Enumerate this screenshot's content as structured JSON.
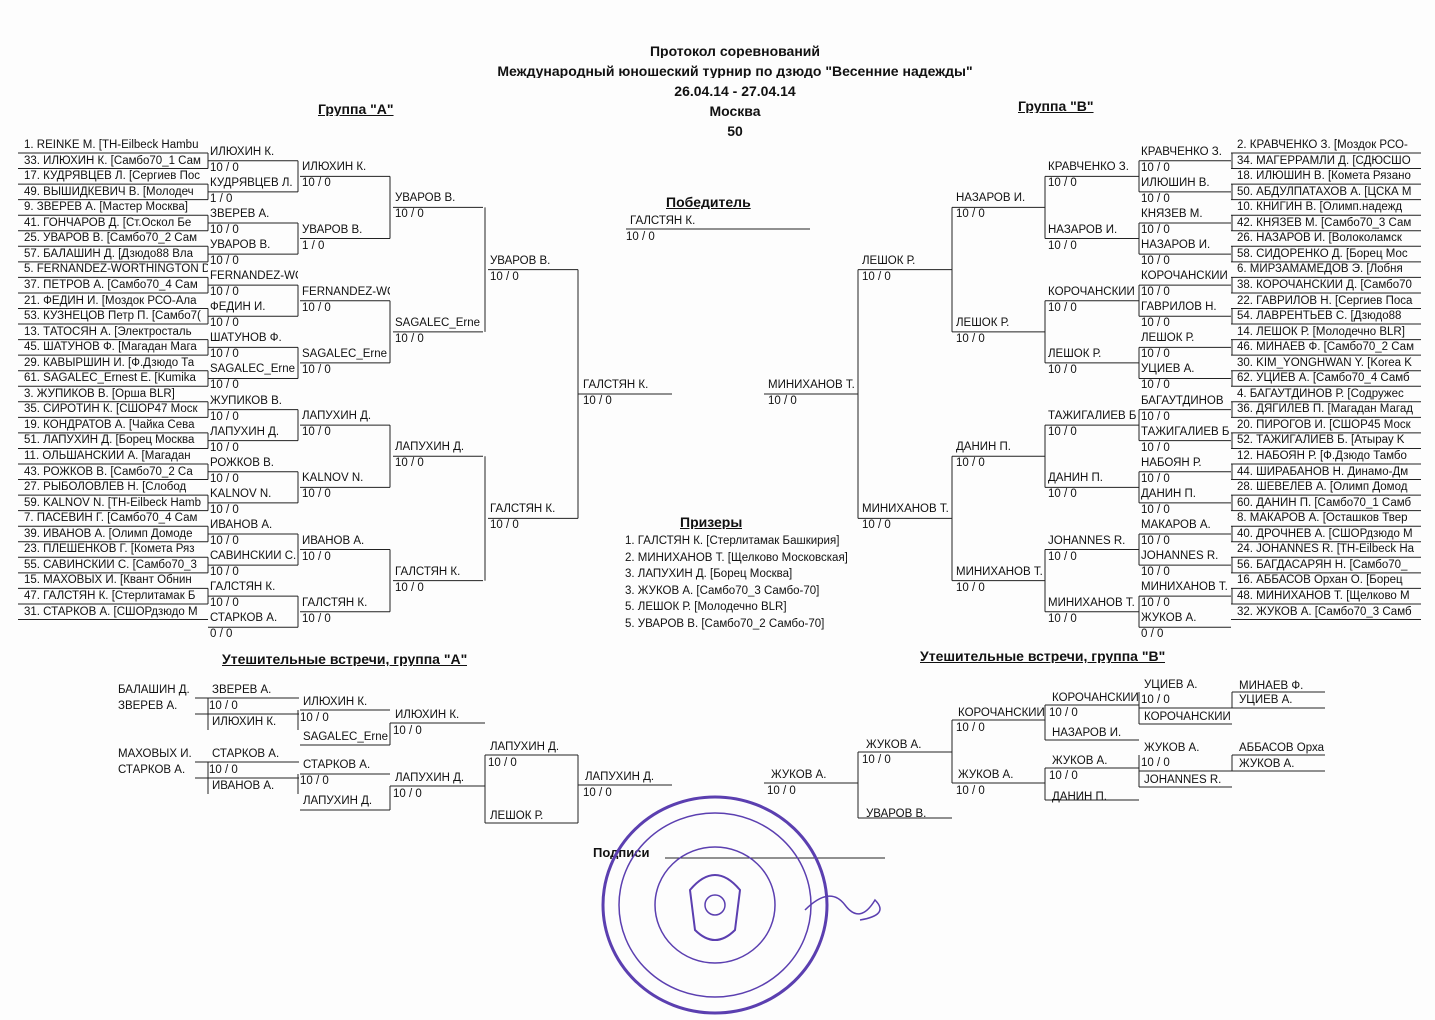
{
  "header": {
    "title": "Протокол соревнований",
    "tournament": "Международный юношеский турнир по дзюдо \"Весенние надежды\"",
    "dates": "26.04.14 - 27.04.14",
    "city": "Москва",
    "weight": "50"
  },
  "group_a": {
    "title": "Группа  \"А\"",
    "participants": [
      "1. REINKE M.  [TH-Eilbeck Hambu",
      "33. ИЛЮХИН К.  [Самбо70_1  Сам",
      "17. КУДРЯВЦЕВ Л.  [Сергиев Пос",
      "49. ВЫШИДКЕВИЧ В.  [Молодеч",
      "9. ЗВЕРЕВ А.  [Мастер  Москва]",
      "41. ГОНЧАРОВ Д.  [Ст.Оскол  Бе",
      "25. УВАРОВ В.  [Самбо70_2  Сам",
      "57. БАЛАШИН Д.  [Дзюдо88  Вла",
      "5. FERNANDEZ-WORTHINGTON D",
      "37. ПЕТРОВ А.  [Самбо70_4  Сам",
      "21. ФЕДИН И.  [Моздок  РСО-Ала",
      "53. КУЗНЕЦОВ Петр П.  [Самбо7(",
      "13. ТАТОСЯН А.  [Электросталь",
      "45. ШАТУНОВ Ф.  [Магадан  Мага",
      "29. КАВЫРШИН И.  [Ф.Дзюдо  Та",
      "61. SAGALEC_Ernest E.  [Kumika",
      "3. ЖУПИКОВ В.  [Орша  BLR]",
      "35. СИРОТИН К.  [СШОР47  Моск",
      "19. КОНДРАТОВ А.  [Чайка  Сева",
      "51. ЛАПУХИН Д.  [Борец  Москва",
      "11. ОЛЬШАНСКИЙ А.  [Магадан",
      "43. РОЖКОВ В.  [Самбо70_2  Са",
      "27. РЫБОЛОВЛЕВ Н.  [Слобод",
      "59. KALNOV N.  [TH-Eilbeck Hamb",
      "7. ПАСЕВИН Г.  [Самбо70_4  Сам",
      "39. ИВАНОВ А.  [Олимп Домоде",
      "23. ПЛЕШЕНКОВ Г.  [Комета  Ряз",
      "55. САВИНСКИЙ С.  [Самбо70_3",
      "15. МАХОВЫХ И.  [Квант Обнин",
      "47. ГАЛСТЯН К.  [Стерлитамак  Б",
      "31. СТАРКОВ А.  [СШОРдзюдо  М"
    ],
    "r1": [
      {
        "name": "ИЛЮХИН К.",
        "score": "10  /  0"
      },
      {
        "name": "КУДРЯВЦЕВ Л.",
        "score": "1  /  0"
      },
      {
        "name": "ЗВЕРЕВ А.",
        "score": "10  /  0"
      },
      {
        "name": "УВАРОВ В.",
        "score": "10  /  0"
      },
      {
        "name": "FERNANDEZ-WO",
        "score": "10  /  0"
      },
      {
        "name": "ФЕДИН И.",
        "score": "10  /  0"
      },
      {
        "name": "ШАТУНОВ Ф.",
        "score": "10  /  0"
      },
      {
        "name": "SAGALEC_Erne",
        "score": "10  /  0"
      },
      {
        "name": "ЖУПИКОВ В.",
        "score": "10  /  0"
      },
      {
        "name": "ЛАПУХИН Д.",
        "score": "10  /  0"
      },
      {
        "name": "РОЖКОВ В.",
        "score": "10  /  0"
      },
      {
        "name": "KALNOV N.",
        "score": "10  /  0"
      },
      {
        "name": "ИВАНОВ А.",
        "score": "10  /  0"
      },
      {
        "name": "САВИНСКИЙ С.",
        "score": "10  /  0"
      },
      {
        "name": "ГАЛСТЯН К.",
        "score": "10  /  0"
      },
      {
        "name": "СТАРКОВ А.",
        "score": "0  /  0"
      }
    ],
    "r2": [
      {
        "name": "ИЛЮХИН К.",
        "score": "10  /  0"
      },
      {
        "name": "УВАРОВ В.",
        "score": "1  /  0"
      },
      {
        "name": "FERNANDEZ-WO",
        "score": "10  /  0"
      },
      {
        "name": "SAGALEC_Erne",
        "score": "10  /  0"
      },
      {
        "name": "ЛАПУХИН Д.",
        "score": "10  /  0"
      },
      {
        "name": "KALNOV N.",
        "score": "10  /  0"
      },
      {
        "name": "ИВАНОВ А.",
        "score": "10  /  0"
      },
      {
        "name": "ГАЛСТЯН К.",
        "score": "10  /  0"
      }
    ],
    "r3": [
      {
        "name": "УВАРОВ В.",
        "score": "10  /  0"
      },
      {
        "name": "SAGALEC_Erne",
        "score": "10  /  0"
      },
      {
        "name": "ЛАПУХИН Д.",
        "score": "10  /  0"
      },
      {
        "name": "ГАЛСТЯН К.",
        "score": "10  /  0"
      }
    ],
    "r4": [
      {
        "name": "УВАРОВ В.",
        "score": "10  /  0"
      },
      {
        "name": "ГАЛСТЯН К.",
        "score": "10  /  0"
      }
    ],
    "r5": {
      "name": "ГАЛСТЯН К.",
      "score": "10  /  0"
    }
  },
  "group_b": {
    "title": "Группа  \"В\"",
    "participants": [
      "2. КРАВЧЕНКО З.  [Моздок  РСО-",
      "34. МАГЕРРАМЛИ Д.  [СДЮСШО",
      "18. ИЛЮШИН В.  [Комета  Рязано",
      "50. АБДУЛПАТАХОВ А.  [ЦСКА  М",
      "10. КНИГИН В.  [Олимп.надежд",
      "42. КНЯЗЕВ М.  [Самбо70_3  Сам",
      "26. НАЗАРОВ И.  [Волоколамск",
      "58. СИДОРЕНКО Д.  [Борец  Мос",
      "6. МИРЗАМАМЕДОВ Э.  [Лобня",
      "38. КОРОЧАНСКИЙ Д.  [Самбо70",
      "22. ГАВРИЛОВ Н.  [Сергиев Поса",
      "54. ЛАВРЕНТЬЕВ С.  [Дзюдо88",
      "14. ЛЕШОК Р.  [Молодечно  BLR]",
      "46. МИНАЕВ Ф.  [Самбо70_2  Сам",
      "30. KIM_YONGHWAN Y.  [Korea  K",
      "62. УЦИЕВ А.  [Самбо70_4  Самб",
      "4. БАГАУТДИНОВ Р.  [Содружес",
      "36. ДЯГИЛЕВ П.  [Магадан  Магад",
      "20. ПИРОГОВ И.  [СШОР45  Моск",
      "52. ТАЖИГАЛИЕВ Б.  [Атырау  K",
      "12. НАБОЯН Р.  [Ф.Дзюдо  Тамбо",
      "44. ШИРАБАНОВ Н.  Динамо-Дм",
      "28. ШЕВЕЛЕВ А.  [Олимп Домод",
      "60. ДАНИН П.  [Самбо70_1  Самб",
      "8. МАКАРОВ А.  [Осташков  Твер",
      "40. ДРОЧНЕВ А.  [СШОРдзюдо М",
      "24. JOHANNES R.  [TH-Eilbeck Ha",
      "56. БАГДАСАРЯН Н.  [Самбо70_",
      "16. АББАСОВ Орхан О.  [Борец",
      "48. МИНИХАНОВ Т.  [Щелково  М",
      "32. ЖУКОВ А.  [Самбо70_3  Самб"
    ],
    "r1": [
      {
        "name": "КРАВЧЕНКО З.",
        "score": "10  /  0"
      },
      {
        "name": "ИЛЮШИН В.",
        "score": "10  /  0"
      },
      {
        "name": "КНЯЗЕВ М.",
        "score": "10  /  0"
      },
      {
        "name": "НАЗАРОВ И.",
        "score": "10  /  0"
      },
      {
        "name": "КОРОЧАНСКИЙ",
        "score": "10  /  0"
      },
      {
        "name": "ГАВРИЛОВ Н.",
        "score": "10  /  0"
      },
      {
        "name": "ЛЕШОК Р.",
        "score": "10  /  0"
      },
      {
        "name": "УЦИЕВ А.",
        "score": "10  /  0"
      },
      {
        "name": "БАГАУТДИНОВ",
        "score": "10  /  0"
      },
      {
        "name": "ТАЖИГАЛИЕВ Б",
        "score": "10  /  0"
      },
      {
        "name": "НАБОЯН Р.",
        "score": "10  /  0"
      },
      {
        "name": "ДАНИН П.",
        "score": "10  /  0"
      },
      {
        "name": "МАКАРОВ А.",
        "score": "10  /  0"
      },
      {
        "name": "JOHANNES R.",
        "score": "10  /  0"
      },
      {
        "name": "МИНИХАНОВ Т.",
        "score": "10  /  0"
      },
      {
        "name": "ЖУКОВ А.",
        "score": "0  /  0"
      }
    ],
    "r2": [
      {
        "name": "КРАВЧЕНКО З.",
        "score": "10  /  0"
      },
      {
        "name": "НАЗАРОВ И.",
        "score": "10  /  0"
      },
      {
        "name": "КОРОЧАНСКИЙ",
        "score": "10  /  0"
      },
      {
        "name": "ЛЕШОК Р.",
        "score": "10  /  0"
      },
      {
        "name": "ТАЖИГАЛИЕВ Б",
        "score": "10  /  0"
      },
      {
        "name": "ДАНИН П.",
        "score": "10  /  0"
      },
      {
        "name": "JOHANNES R.",
        "score": "10  /  0"
      },
      {
        "name": "МИНИХАНОВ Т.",
        "score": "10  /  0"
      }
    ],
    "r3": [
      {
        "name": "НАЗАРОВ И.",
        "score": "10  /  0"
      },
      {
        "name": "ЛЕШОК Р.",
        "score": "10  /  0"
      },
      {
        "name": "ДАНИН П.",
        "score": "10  /  0"
      },
      {
        "name": "МИНИХАНОВ Т.",
        "score": "10  /  0"
      }
    ],
    "r4": [
      {
        "name": "ЛЕШОК Р.",
        "score": "10  /  0"
      },
      {
        "name": "МИНИХАНОВ Т.",
        "score": "10  /  0"
      }
    ],
    "r5": {
      "name": "МИНИХАНОВ Т.",
      "score": "10  /  0"
    }
  },
  "winner": {
    "title": "Победитель",
    "name": "ГАЛСТЯН К.",
    "score": "10  /  0"
  },
  "prizes": {
    "title": "Призеры",
    "items": [
      "1. ГАЛСТЯН К.    [Стерлитамак  Башкирия]",
      "2. МИНИХАНОВ Т.    [Щелково  Московская]",
      "3. ЛАПУХИН Д.    [Борец  Москва]",
      "3. ЖУКОВ А.    [Самбо70_3  Самбо-70]",
      "5. ЛЕШОК Р.    [Молодечно  BLR]",
      "5. УВАРОВ В.    [Самбо70_2  Самбо-70]"
    ]
  },
  "consolation_a": {
    "title": "Утешительные встречи, группа \"А\"",
    "texts": [
      "БАЛАШИН Д.",
      "ЗВЕРЕВ А.",
      "ЗВЕРЕВ А.",
      "10  /  0",
      "ИЛЮХИН К.",
      "ИЛЮХИН К.",
      "10  /  0",
      "SAGALEC_Erne",
      "ИЛЮХИН К.",
      "10  /  0",
      "МАХОВЫХ И.",
      "СТАРКОВ А.",
      "СТАРКОВ А.",
      "10  /  0",
      "ИВАНОВ А.",
      "СТАРКОВ А.",
      "10  /  0",
      "ЛАПУХИН Д.",
      "ЛАПУХИН Д.",
      "10  /  0",
      "ЛАПУХИН Д.",
      "10  /  0",
      "ЛЕШОК Р.",
      "ЛАПУХИН Д.",
      "10  /  0"
    ]
  },
  "consolation_b": {
    "title": "Утешительные встречи, группа \"В\"",
    "texts": [
      "МИНАЕВ Ф.",
      "УЦИЕВ А.",
      "УЦИЕВ А.",
      "10  /  0",
      "КОРОЧАНСКИЙ",
      "КОРОЧАНСКИЙ",
      "10  /  0",
      "НАЗАРОВ И.",
      "КОРОЧАНСКИЙ",
      "10  /  0",
      "АББАСОВ Орха",
      "ЖУКОВ А.",
      "ЖУКОВ А.",
      "10  /  0",
      "JOHANNES R.",
      "ЖУКОВ А.",
      "10  /  0",
      "ДАНИН П.",
      "ЖУКОВ А.",
      "10  /  0",
      "ЖУКОВ А.",
      "10  /  0",
      "УВАРОВ В.",
      "ЖУКОВ А.",
      "10  /  0"
    ]
  },
  "signature": {
    "label": "Подписи"
  },
  "stamp_color": "#5b3fb0"
}
